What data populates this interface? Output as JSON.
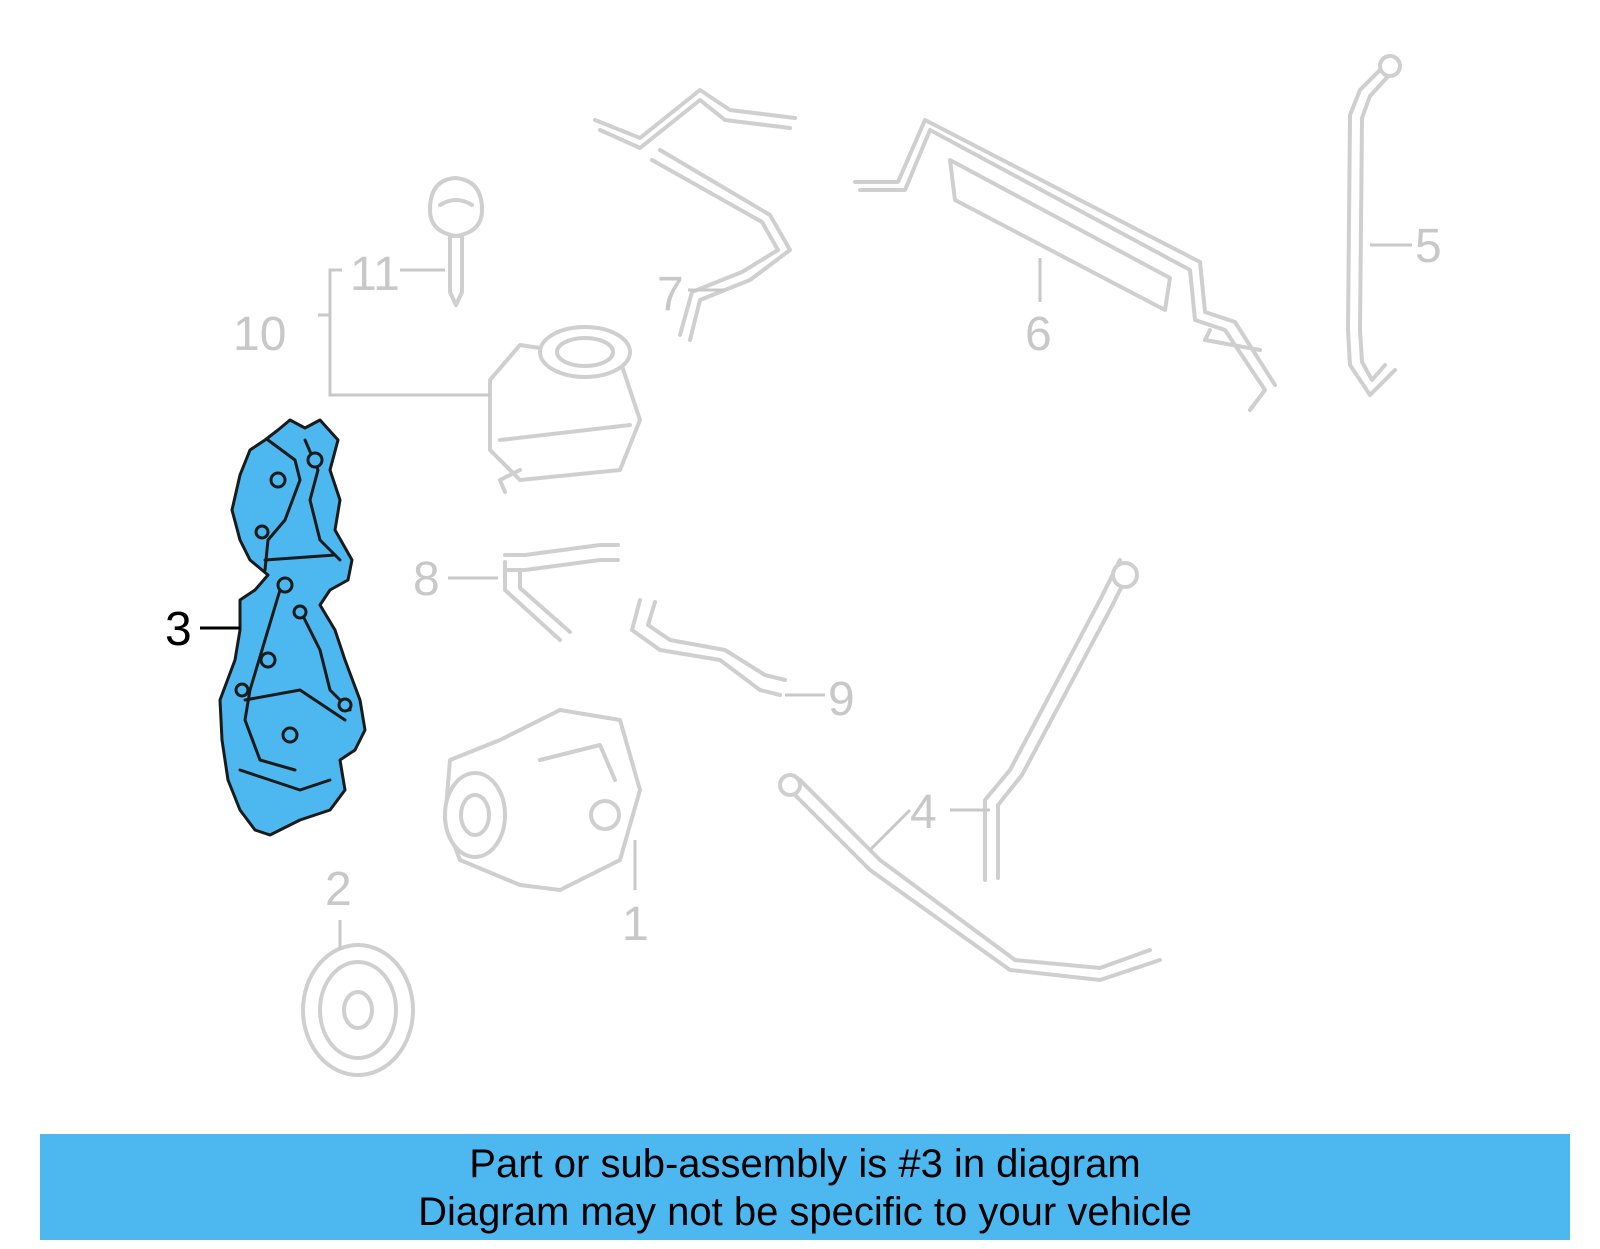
{
  "diagram": {
    "highlighted_callout": "3",
    "callouts": {
      "c1": "1",
      "c2": "2",
      "c3": "3",
      "c4": "4",
      "c5": "5",
      "c6": "6",
      "c7": "7",
      "c8": "8",
      "c9": "9",
      "c10": "10",
      "c11": "11"
    },
    "colors": {
      "highlight": "#4db8ef",
      "muted": "#c8c8c8",
      "banner": "#4db8f0"
    }
  },
  "banner": {
    "line1": "Part or sub-assembly is #3 in diagram",
    "line2": "Diagram may not be specific to your vehicle"
  }
}
